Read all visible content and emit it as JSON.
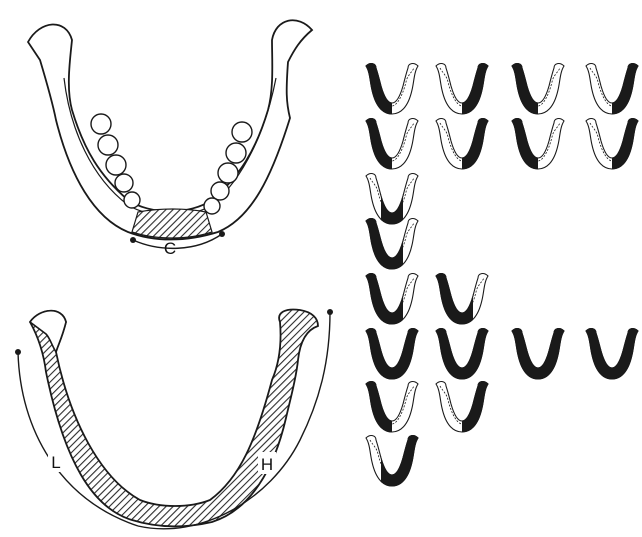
{
  "labels": {
    "central": "C",
    "lateral": "L",
    "hemi": "H"
  },
  "colors": {
    "ink": "#1a1a1a",
    "hatch": "#2b2b2b",
    "paper": "#ffffff"
  },
  "defect_grid": {
    "rows": [
      {
        "types": [
          "L",
          "L",
          "L",
          "L"
        ]
      },
      {
        "types": [
          "L",
          "L",
          "L",
          "L"
        ]
      },
      {
        "types": [
          "C"
        ]
      },
      {
        "types": [
          "LC"
        ]
      },
      {
        "types": [
          "LC",
          "LC"
        ]
      },
      {
        "types": [
          "LCL",
          "LCL",
          "LCL",
          "LCL"
        ]
      },
      {
        "types": [
          "H",
          "H"
        ]
      },
      {
        "types": [
          "HC"
        ]
      }
    ]
  }
}
